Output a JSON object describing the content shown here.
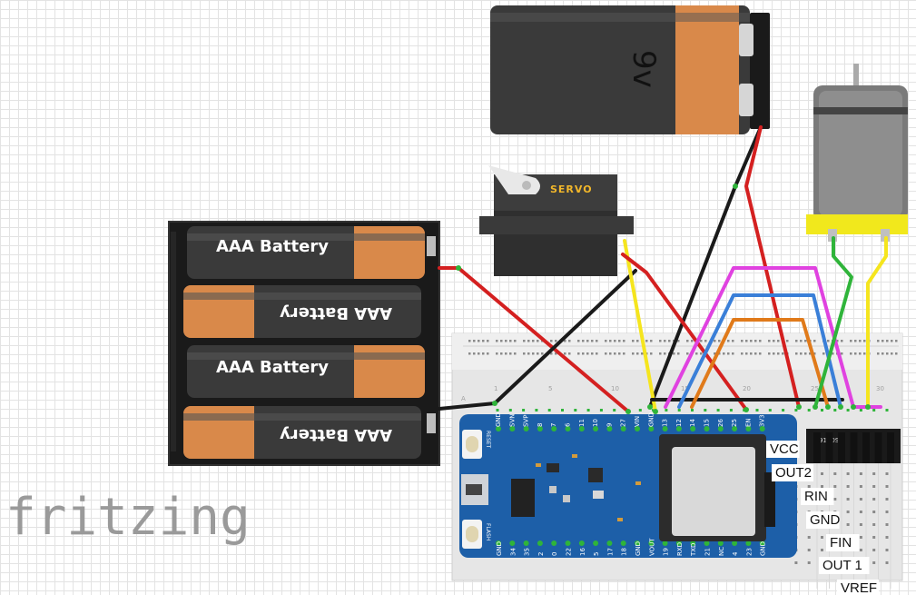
{
  "logo": {
    "text": "fritzing"
  },
  "batteries": {
    "nine_volt_label": "9v",
    "aaa_label": "AAA Battery",
    "cells": [
      "AAA Battery",
      "AAA Battery",
      "AAA Battery",
      "AAA Battery"
    ]
  },
  "servo": {
    "label": "SERVO"
  },
  "breadboard": {
    "column_numbers": [
      "1",
      "5",
      "10",
      "15",
      "20",
      "25",
      "30"
    ],
    "row_letter": "A"
  },
  "esp32": {
    "top_pins": [
      "GND",
      "SVN",
      "SVP",
      "8",
      "7",
      "6",
      "11",
      "10",
      "9",
      "27",
      "VIN",
      "GND",
      "13",
      "12",
      "14",
      "15",
      "26",
      "25",
      "EN",
      "3V3"
    ],
    "bottom_pins": [
      "GND",
      "34",
      "35",
      "2",
      "0",
      "22",
      "16",
      "5",
      "17",
      "18",
      "GND",
      "VOUT",
      "19",
      "RXD",
      "TXD",
      "21",
      "NC",
      "4",
      "23",
      "GND"
    ],
    "reset_label": "RESET",
    "flash_label": "FLASH"
  },
  "motor_driver": {
    "pin_labels": [
      "VCC",
      "OUT2",
      "RIN",
      "GND",
      "FIN",
      "OUT 1",
      "VREF"
    ],
    "chip_text": "9110S"
  },
  "colors": {
    "wire_red": "#d42020",
    "wire_black": "#1a1a1a",
    "wire_yellow": "#f5e51e",
    "wire_magenta": "#e042e0",
    "wire_blue": "#3a7fd8",
    "wire_orange": "#e07a1a",
    "wire_green": "#2fb43a",
    "board_blue": "#1d5fa8",
    "battery_orange": "#d9894a"
  }
}
